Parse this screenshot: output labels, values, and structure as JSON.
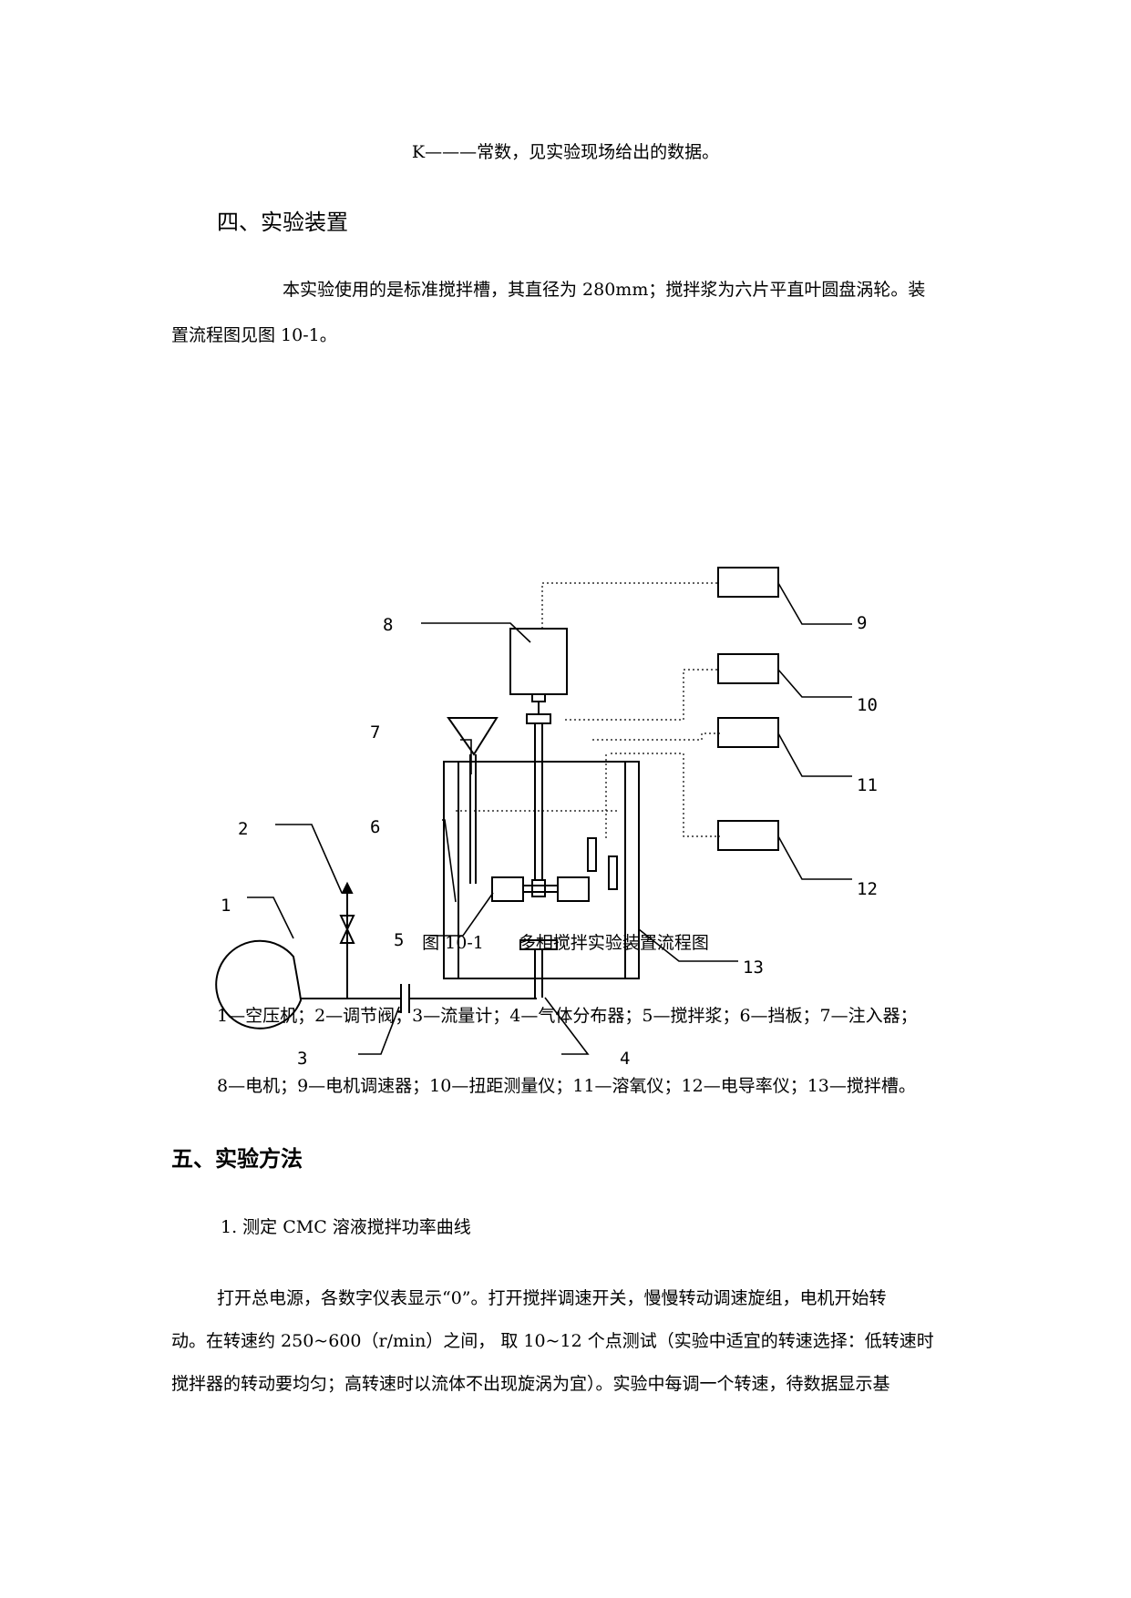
{
  "top_line": "K———常数，见实验现场给出的数据。",
  "section4": {
    "heading": "四、实验装置",
    "para_line1": "本实验使用的是标准搅拌槽，其直径为 280mm；搅拌浆为六片平直叶圆盘涡轮。装",
    "para_line2": "置流程图见图 10-1。"
  },
  "figure": {
    "labels": [
      "1",
      "2",
      "3",
      "4",
      "5",
      "6",
      "7",
      "8",
      "9",
      "10",
      "11",
      "12",
      "13"
    ],
    "caption": "图 10-1　　多相搅拌实验装置流程图"
  },
  "legend": {
    "line1": "1—空压机；2—调节阀；3—流量计；4—气体分布器；5—搅拌浆；6—挡板；7—注入器；",
    "line2": "8—电机；9—电机调速器；10—扭距测量仪；11—溶氧仪；12—电导率仪；13—搅拌槽。"
  },
  "section5": {
    "heading": "五、实验方法",
    "sub1": "1. 测定 CMC 溶液搅拌功率曲线",
    "para_line1": "打开总电源，各数字仪表显示“0”。打开搅拌调速开关，慢慢转动调速旋组，电机开始转",
    "para_line2": "动。在转速约 250~600（r/min）之间，  取 10~12 个点测试（实验中适宜的转速选择：低转速时",
    "para_line3": "搅拌器的转动要均匀；高转速时以流体不出现旋涡为宜）。实验中每调一个转速，待数据显示基"
  }
}
